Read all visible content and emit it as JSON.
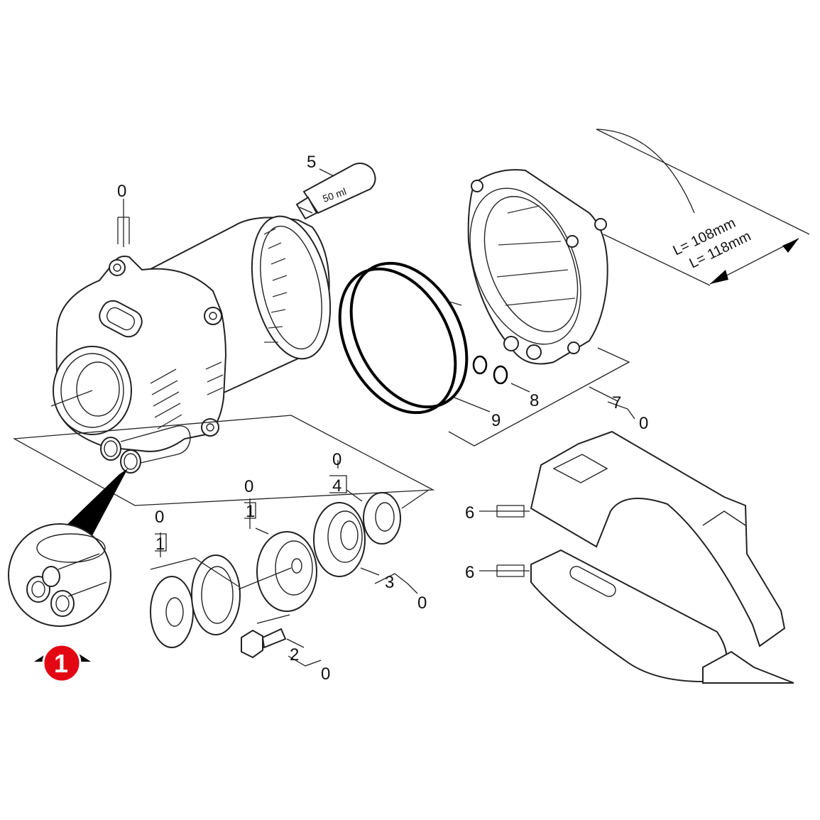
{
  "labels": {
    "housing_ref": "0",
    "grease_tube": "5",
    "grease_volume": "50 ml",
    "oring_large": "9",
    "oring_small": "8",
    "motor_cover": "7",
    "motor_cover_ref": "0",
    "bracket_upper": "6",
    "bracket_lower": "6",
    "washer_group_ref": "0",
    "washer_group": "1",
    "cap_group_ref": "0",
    "cap_group": "1",
    "bearing_ref": "0",
    "bearing": "3",
    "seal_group_ref": "0",
    "seal_group": "4",
    "screw": "2",
    "screw_ref": "0",
    "detail_marker": "1"
  },
  "dimensions": {
    "length_a": "L= 108mm",
    "length_b": "L= 118mm"
  },
  "colors": {
    "line": "#222222",
    "marker": "#e30613"
  }
}
